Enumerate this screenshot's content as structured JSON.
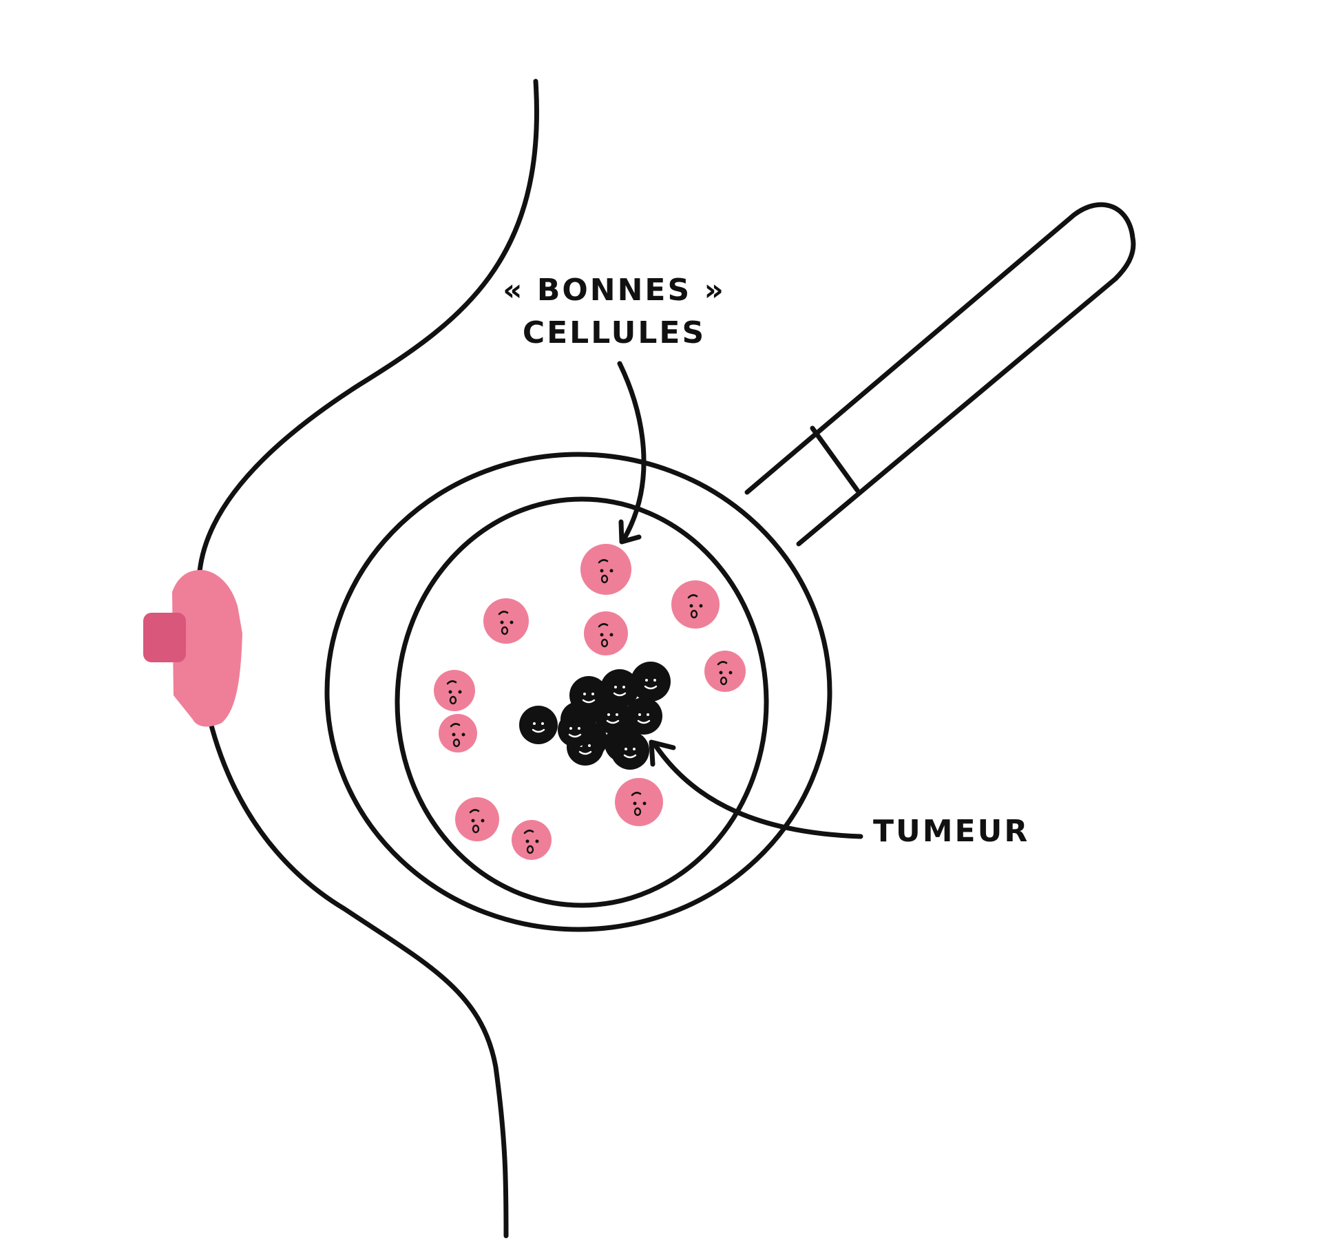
{
  "labels": {
    "good_cells_line1": "« BONNES »",
    "good_cells_line2": "CELLULES",
    "tumor": "TUMEUR"
  },
  "colors": {
    "ink": "#111111",
    "healthy_cell": "#ef7f98",
    "nipple": "#ef7f98",
    "nipple_tip": "#d9577a",
    "tumor_cell": "#111111"
  }
}
